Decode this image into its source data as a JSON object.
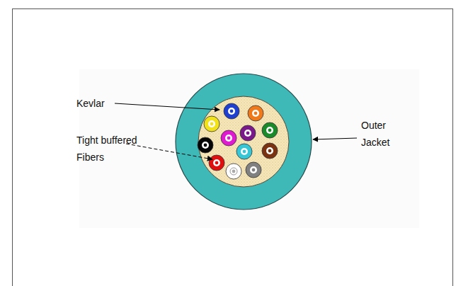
{
  "diagram": {
    "labels": [
      "Kevlar",
      "Tight buffered Fibers",
      "Outer Jacket"
    ]
  }
}
